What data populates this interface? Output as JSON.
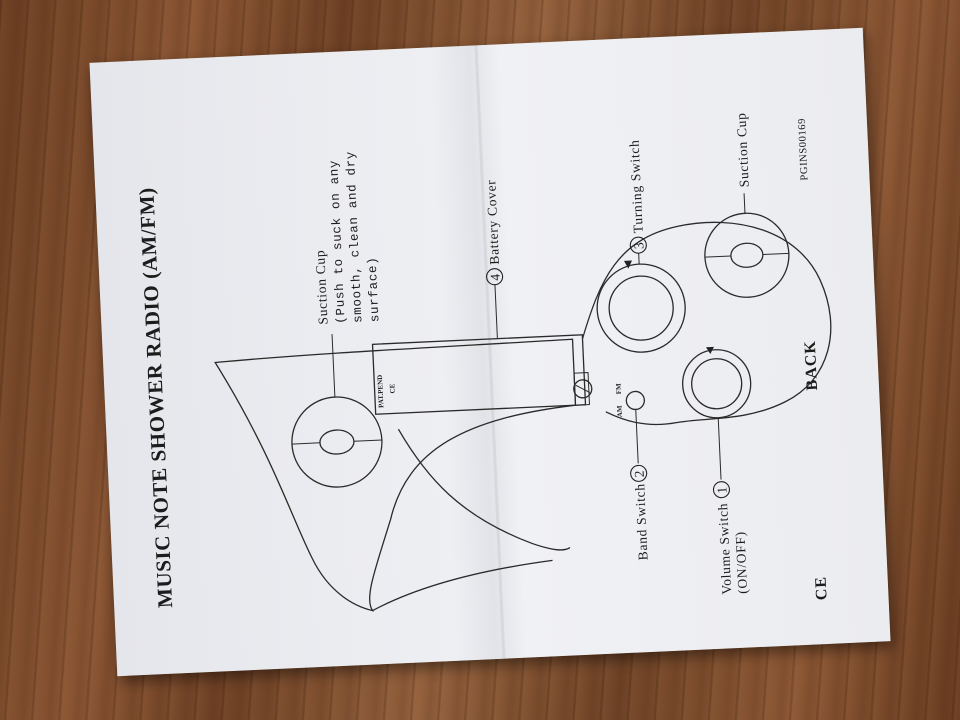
{
  "title": "MUSIC NOTE SHOWER RADIO (AM/FM)",
  "labels": {
    "suction_cup_top": "Suction Cup",
    "suction_cup_top_note_1": "(Push to suck on any",
    "suction_cup_top_note_2": "smooth, clean and dry",
    "suction_cup_top_note_3": "surface)",
    "battery_cover_num": "4",
    "battery_cover": "Battery Cover",
    "turning_switch_num": "3",
    "turning_switch": "Turning Switch",
    "suction_cup_right": "Suction Cup",
    "band_switch_num": "2",
    "band_switch": "Band Switch",
    "volume_switch_num": "1",
    "volume_switch": "Volume Switch",
    "volume_switch_note": "(ON/OFF)"
  },
  "device": {
    "am": "AM",
    "fm": "FM",
    "pat_pend": "PAT.PEND",
    "ce_small": "CE"
  },
  "footer": {
    "back": "BACK",
    "code": "PGINS00169",
    "ce": "CE"
  }
}
